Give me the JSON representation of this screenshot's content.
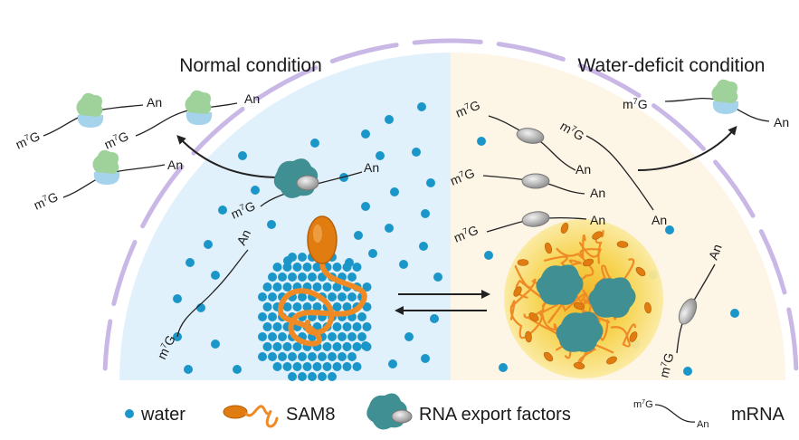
{
  "titles": {
    "left": "Normal condition",
    "right": "Water-deficit condition"
  },
  "mrna": {
    "cap_prefix": "m",
    "cap_sup": "7",
    "cap_suffix": "G",
    "tail": "An"
  },
  "legend": {
    "water": "water",
    "sam8": "SAM8",
    "export": "RNA export factors",
    "mrna": "mRNA"
  },
  "colors": {
    "left_bg": "#e1f1fb",
    "right_bg": "#fdf5e6",
    "membrane": "#c9b8e6",
    "water": "#1b96c9",
    "sam8_head": "#e07c10",
    "sam8_tail": "#ef8a25",
    "export_factor": "#3f8f93",
    "ribosome_top": "#9fd19a",
    "ribosome_bottom": "#a6d3ec",
    "condensate": "#f6d74e"
  },
  "icons": [
    "water-drop-icon",
    "sam8-protein-icon",
    "rna-export-factor-icon",
    "mrna-strand-icon",
    "ribosome-icon"
  ]
}
